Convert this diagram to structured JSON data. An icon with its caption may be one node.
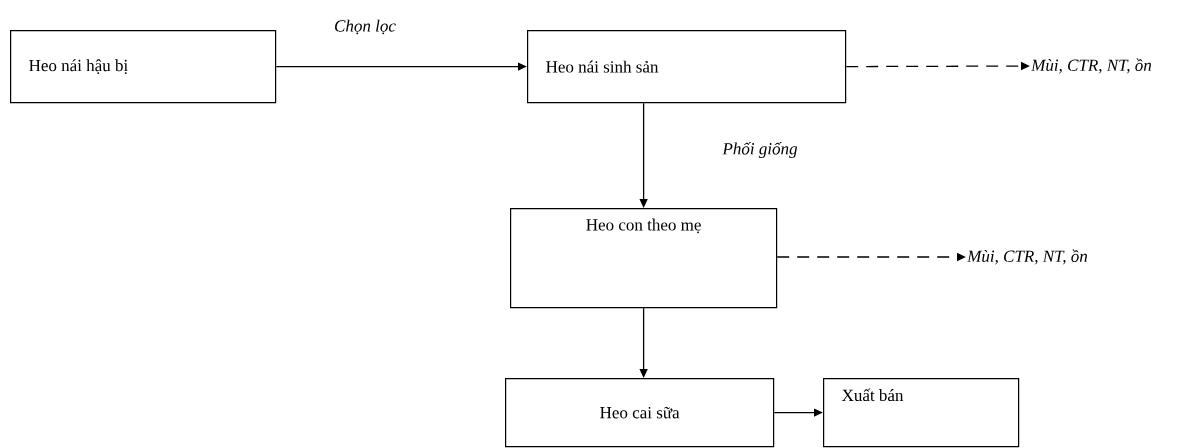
{
  "diagram": {
    "nodes": [
      {
        "text": [
          "Heo nái hậu bị"
        ]
      },
      {
        "text": [
          "Heo nái sinh sản"
        ]
      },
      {
        "text": [
          "Heo con theo mẹ"
        ]
      },
      {
        "text": [
          "Heo cai sữa"
        ]
      },
      {
        "text": [
          "Xuất bán"
        ]
      },
      {
        "text": [
          "Mùi, CTR, NT, ồn"
        ]
      },
      {
        "text": [
          "Mùi, CTR, NT, ồn"
        ]
      }
    ],
    "edges": [
      {
        "from": 0,
        "to": 1,
        "arrow": "to",
        "label": "Chọn lọc"
      },
      {
        "from": 1,
        "to": 5,
        "arrow": "to",
        "style": "dashed"
      },
      {
        "from": 1,
        "to": 2,
        "arrow": "to",
        "label": "Phối giống"
      },
      {
        "from": 2,
        "to": 6,
        "arrow": "to",
        "style": "dashed"
      },
      {
        "from": 2,
        "to": 3,
        "arrow": "to"
      },
      {
        "from": 3,
        "to": 4,
        "arrow": "to"
      }
    ]
  }
}
